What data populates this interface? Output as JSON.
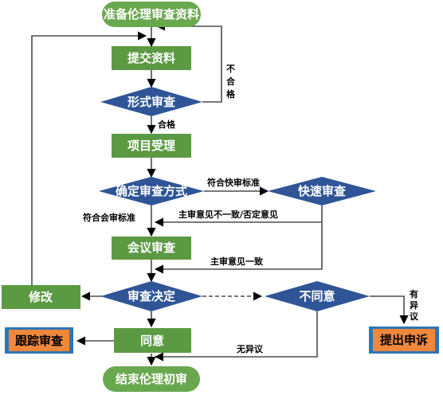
{
  "colors": {
    "terminal": "#6aa84f",
    "process": "#5b9a42",
    "decision": "#2f5597",
    "external_fill": "#f0883c",
    "external_border": "#2e75b6",
    "line": "#4d4d4d"
  },
  "nodes": {
    "start": "准备伦理审查资料",
    "submit": "提交资料",
    "formal_review": "形式审查",
    "accept": "项目受理",
    "determine_method": "确定审查方式",
    "expedited_review": "快速审查",
    "meeting_review": "会议审查",
    "review_decision": "审查决定",
    "disagree": "不同意",
    "modify": "修改",
    "agree": "同意",
    "follow_up": "跟踪审查",
    "appeal": "提出申诉",
    "end": "结束伦理初审"
  },
  "edge_labels": {
    "not_qualified": "不合格",
    "qualified": "合格",
    "meets_expedited": "符合快审标准",
    "meets_meeting": "符合会审标准",
    "reviewer_disagree": "主审意见不一致/否定意见",
    "reviewer_agree": "主审意见一致",
    "objection": "有异议",
    "no_objection": "无异议"
  }
}
